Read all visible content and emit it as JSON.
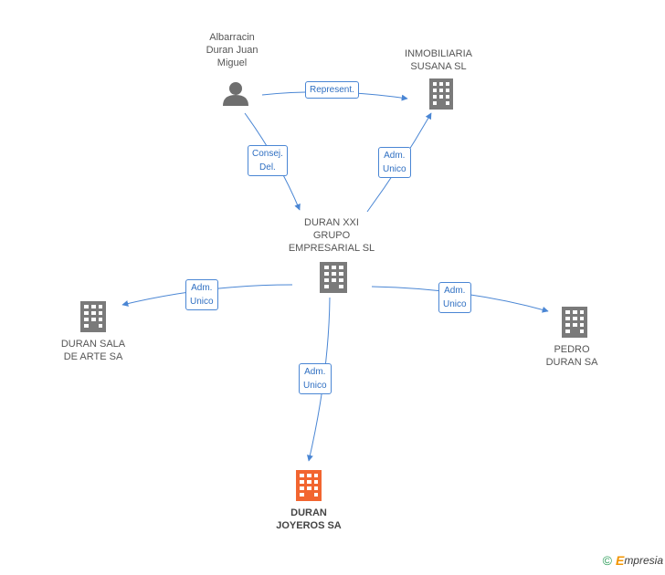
{
  "colors": {
    "edge": "#4a86d4",
    "company": "#7a7a7a",
    "focus": "#f26530",
    "person": "#6e6e6e"
  },
  "nodes": {
    "person": {
      "label": "Albarracin\nDuran Juan\nMiguel",
      "icon": "person-icon"
    },
    "inmobiliaria": {
      "label": "INMOBILIARIA\nSUSANA SL",
      "icon": "building-icon"
    },
    "grupo": {
      "label": "DURAN XXI\nGRUPO\nEMPRESARIAL SL",
      "icon": "building-icon"
    },
    "sala": {
      "label": "DURAN SALA\nDE ARTE SA",
      "icon": "building-icon"
    },
    "pedro": {
      "label": "PEDRO\nDURAN SA",
      "icon": "building-icon"
    },
    "joyeros": {
      "label": "DURAN\nJOYEROS SA",
      "icon": "building-icon"
    }
  },
  "edges": {
    "represent": "Represent.",
    "consej": "Consej.\nDel.",
    "adm_inmob": "Adm.\nUnico",
    "adm_sala": "Adm.\nUnico",
    "adm_pedro": "Adm.\nUnico",
    "adm_joyeros": "Adm.\nUnico"
  },
  "footer": {
    "copyright": "©",
    "brand_initial": "E",
    "brand_rest": "mpresia"
  }
}
